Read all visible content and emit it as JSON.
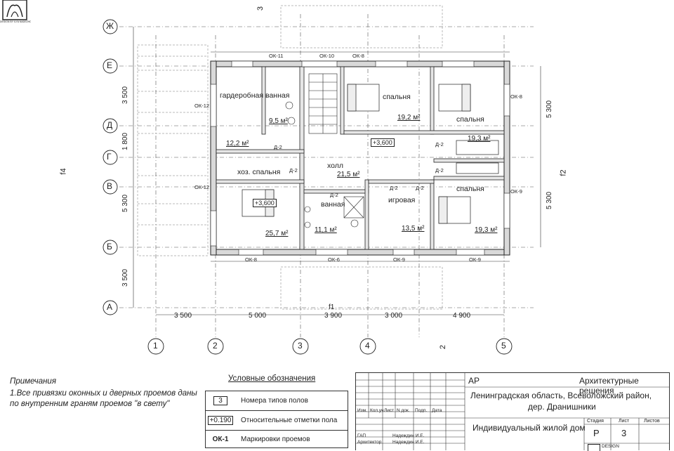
{
  "logo": {
    "caption": "DESIGN BY ILYA NADEZHDIN"
  },
  "axes": {
    "rows": [
      "Ж",
      "Е",
      "Д",
      "Г",
      "В",
      "Б",
      "А"
    ],
    "cols": [
      "1",
      "2",
      "3",
      "4",
      "5"
    ],
    "row_dims": [
      "3 500",
      "1 800",
      "5 300",
      "3 500"
    ],
    "col_dims": [
      "3 500",
      "5 000",
      "3 900",
      "3 000",
      "4 900"
    ],
    "right_dims": [
      "5 300",
      "5 300"
    ],
    "sections": {
      "s3": "3",
      "f1": "f1",
      "f2": "f2",
      "f4": "f4",
      "s2": "2"
    }
  },
  "rooms": [
    {
      "name": "гардеробная",
      "area": "12,2 м²",
      "type": "1"
    },
    {
      "name": "ванная",
      "area": "9,5 м²",
      "type": "1"
    },
    {
      "name": "спальня",
      "area": "19,2 м²",
      "type": "1"
    },
    {
      "name": "спальня",
      "area": "19,3 м²",
      "type": "1"
    },
    {
      "name": "холл",
      "area": "21,5 м²",
      "type": ""
    },
    {
      "name": "хоз. спальня",
      "area": "25,7 м²",
      "type": "1"
    },
    {
      "name": "ванная",
      "area": "11,1 м²",
      "type": ""
    },
    {
      "name": "игровая",
      "area": "13,5 м²",
      "type": "1"
    },
    {
      "name": "спальня",
      "area": "19,3 м²",
      "type": "1"
    }
  ],
  "level_mark": "+3,600",
  "windows": [
    "ОК-11",
    "ОК-10",
    "ОК-8",
    "ОК-8",
    "ОК-12",
    "ОК-12",
    "ОК-9",
    "ОК-8",
    "ОК-6",
    "ОК-9",
    "ОК-9"
  ],
  "doors": [
    "Д-2",
    "Д-2",
    "Д-2",
    "Д-2",
    "Д-2",
    "Д-2",
    "Д-2"
  ],
  "notes": {
    "title": "Примечания",
    "line1": "1.Все привязки оконных и дверных проемов даны",
    "line2": "по внутренним граням проемов \"в свету\""
  },
  "legend": {
    "title": "Условные обозначения",
    "items": [
      {
        "symbol": "3",
        "text": "Номера типов полов"
      },
      {
        "symbol": "+0.190",
        "text": "Относительные отметки пола"
      },
      {
        "symbol": "ОК-1",
        "text": "Маркировки проемов"
      }
    ]
  },
  "stamp": {
    "code": "АР",
    "section": "Архитектурные решения",
    "location_1": "Ленинградская область, Всеволожский район,",
    "location_2": "дер. Дранишники",
    "object": "Индивидуальный жилой дом",
    "stage_label": "Стадия",
    "sheet_label": "Лист",
    "sheets_label": "Листов",
    "stage": "Р",
    "sheet": "3",
    "cols": [
      "Изм.",
      "Кол.уч",
      "Лист",
      "N док.",
      "Подп.",
      "Дата"
    ],
    "roles": [
      {
        "role": "ГАП",
        "name": "Надеждин И.Е."
      },
      {
        "role": "Архитектор",
        "name": "Надеждин И.Е."
      }
    ],
    "design": "DESIGN"
  }
}
